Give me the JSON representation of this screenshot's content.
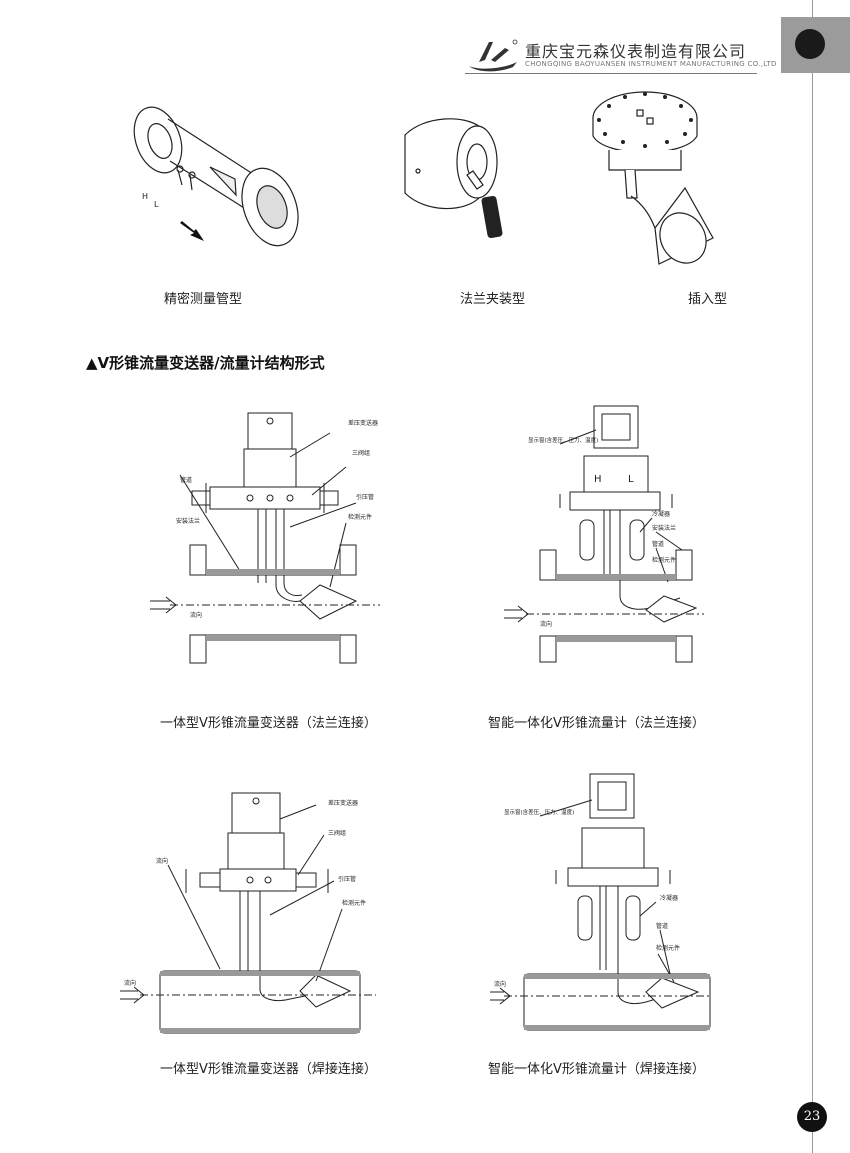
{
  "header": {
    "company_cn": "重庆宝元森仪表制造有限公司",
    "company_en": "CHONGQING BAOYUANSEN INSTRUMENT MANUFACTURING CO.,LTD"
  },
  "top_figures": {
    "fig1_caption": "精密测量管型",
    "fig1_label_h": "H",
    "fig1_label_l": "L",
    "fig2_caption": "法兰夹装型",
    "fig3_caption": "插入型"
  },
  "section_title": "▲V形锥流量变送器/流量计结构形式",
  "diagram1": {
    "caption": "一体型V形锥流量变送器（法兰连接）",
    "label_transmitter": "差压变送器",
    "label_valve": "三阀组",
    "label_pipe": "管道",
    "label_impulse": "引压管",
    "label_flange": "安装法兰",
    "label_element": "检测元件",
    "label_flow": "流向"
  },
  "diagram2": {
    "caption": "智能一体化V形锥流量计（法兰连接）",
    "label_display": "显示窗(含差压、压力、温度)",
    "label_h": "H",
    "label_l": "L",
    "label_condenser": "冷凝器",
    "label_flange": "安装法兰",
    "label_pipe": "管道",
    "label_element": "检测元件",
    "label_flow": "流向"
  },
  "diagram3": {
    "caption": "一体型V形锥流量变送器（焊接连接）",
    "label_transmitter": "差压变送器",
    "label_valve": "三阀组",
    "label_flow_dir": "流向",
    "label_impulse": "引压管",
    "label_element": "检测元件",
    "label_flow": "流向"
  },
  "diagram4": {
    "caption": "智能一体化V形锥流量计（焊接连接）",
    "label_display": "显示窗(含差压、压力、温度)",
    "label_condenser": "冷凝器",
    "label_pipe": "管道",
    "label_element": "检测元件",
    "label_flow": "流向"
  },
  "page_number": "23"
}
